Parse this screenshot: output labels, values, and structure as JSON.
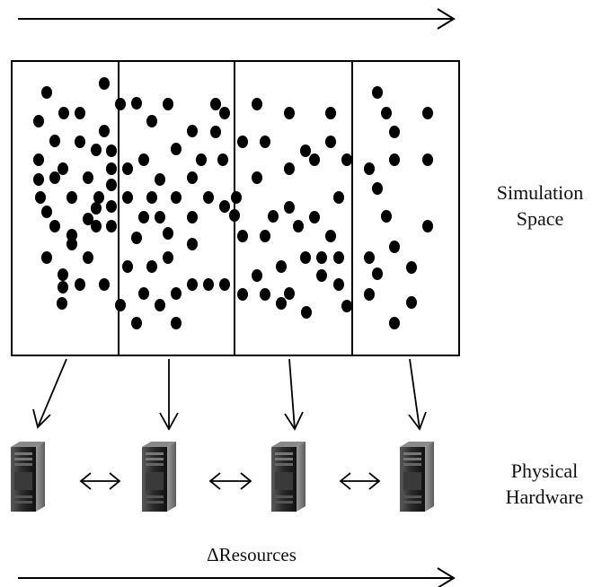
{
  "labels": {
    "simulation_line1": "Simulation",
    "simulation_line2": "Space",
    "hardware_line1": "Physical",
    "hardware_line2": "Hardware",
    "resources": "ΔResources"
  },
  "diagram": {
    "partitions": 4,
    "servers": 4,
    "particles_per_partition": [
      36,
      38,
      34,
      17
    ],
    "icons": [
      "server-icon",
      "double-arrow-icon",
      "arrow-down-icon",
      "arrow-right-icon"
    ]
  }
}
